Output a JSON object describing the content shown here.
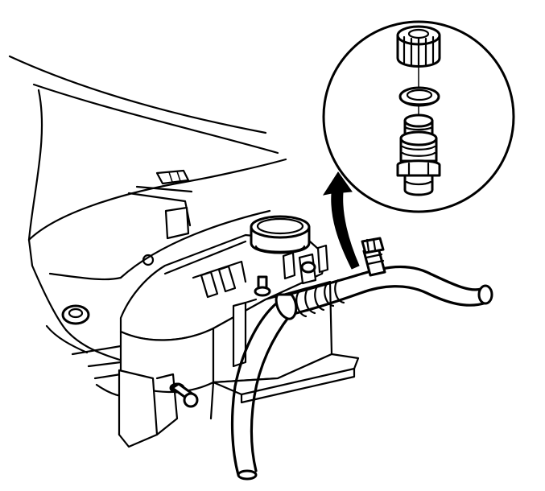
{
  "diagram": {
    "components": [
      "engine-cowl-panel",
      "coolant-reservoir",
      "reservoir-cap",
      "coolant-hose",
      "fitting",
      "detail-callout",
      "knurled-cap",
      "o-ring",
      "threaded-valve"
    ],
    "callout_arrow": "curved-arrow"
  },
  "colors": {
    "line": "#000000",
    "background": "#ffffff"
  }
}
